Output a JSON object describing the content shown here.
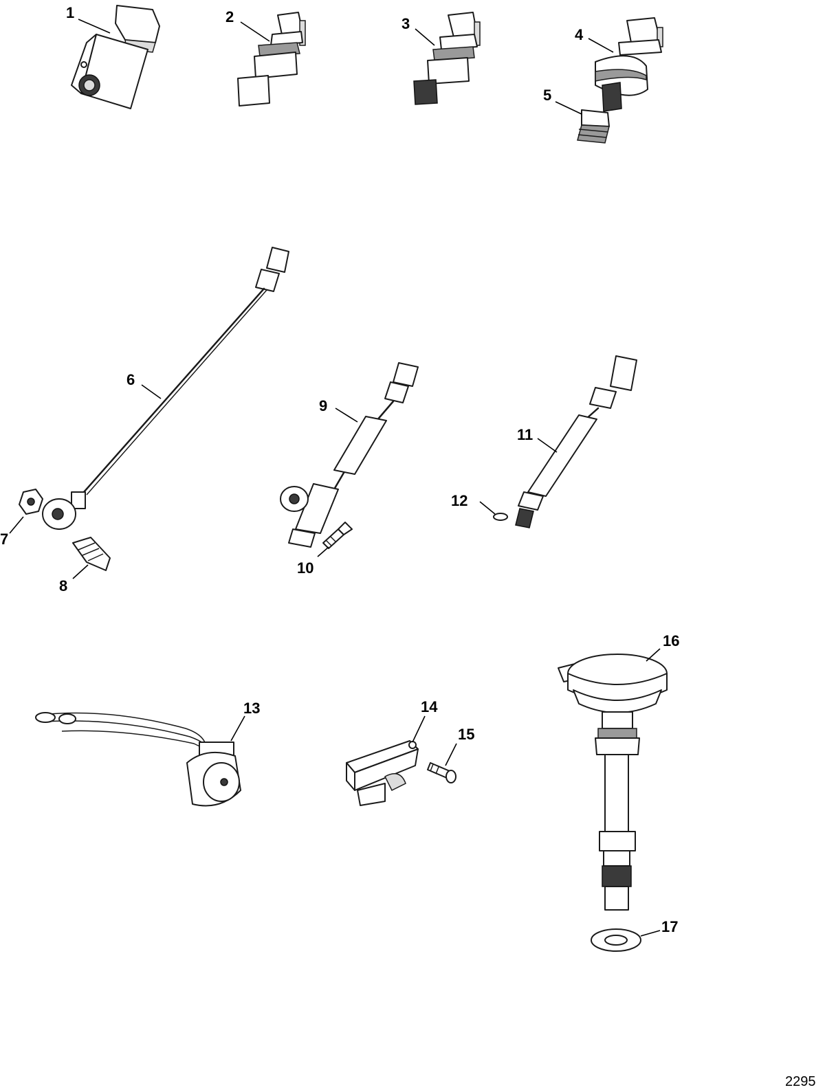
{
  "callouts": {
    "c1": "1",
    "c2": "2",
    "c3": "3",
    "c4": "4",
    "c5": "5",
    "c6": "6",
    "c7": "7",
    "c8": "8",
    "c9": "9",
    "c10": "10",
    "c11": "11",
    "c12": "12",
    "c13": "13",
    "c14": "14",
    "c15": "15",
    "c16": "16",
    "c17": "17"
  },
  "document_number": "2295"
}
